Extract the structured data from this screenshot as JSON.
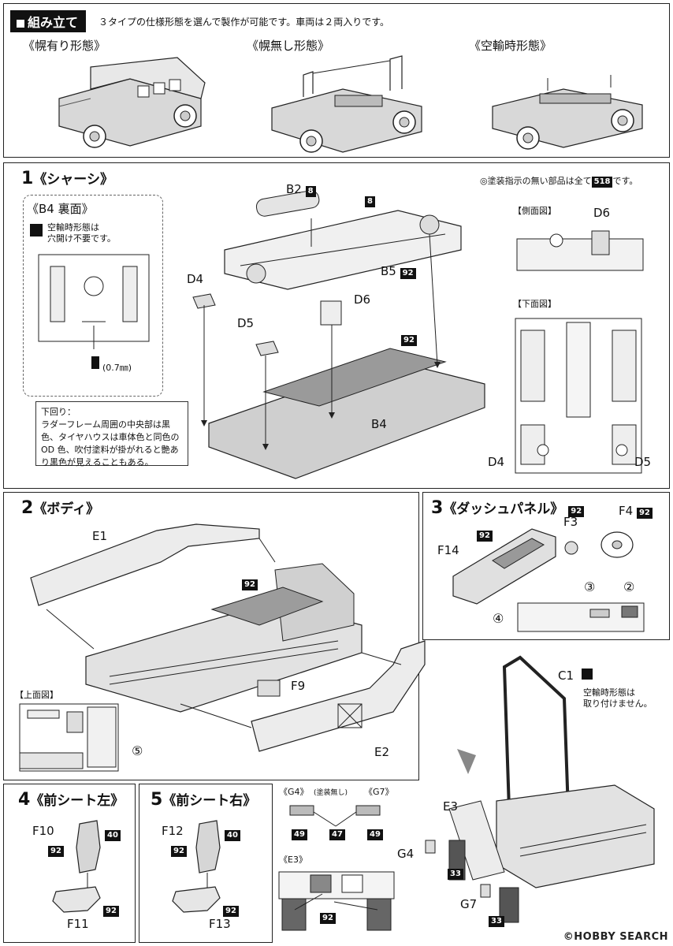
{
  "assembly": {
    "header": "組み立て",
    "intro": "３タイプの仕様形態を選んで製作が可能です。車両は２両入りです。",
    "forms": [
      "《幌有り形態》",
      "《幌無し形態》",
      "《空輸時形態》"
    ]
  },
  "step1": {
    "num": "1",
    "title": "《シャーシ》",
    "paint_note_pre": "◎塗装指示の無い部品は全て",
    "paint_note_code": "518",
    "paint_note_post": "です。",
    "b4_title": "《B4 裏面》",
    "b4_note_line1": "空輸時形態は",
    "b4_note_line2": "穴開け不要です。",
    "drill_size": "(0.7㎜)",
    "underside_title": "下回り：",
    "underside_lines": [
      "ラダーフレーム周囲の中央部は黒",
      "色、タイヤハウスは車体色と同色の",
      "OD 色、吹付塗料が掛がれると艶あ",
      "り黒色が見えることもある。"
    ],
    "side_view": "【側面図】",
    "bottom_view": "【下面図】",
    "labels": {
      "b2": "B2",
      "b2_code": "8",
      "b5": "B5",
      "b5_code": "92",
      "top_code": "8",
      "d4": "D4",
      "d5": "D5",
      "d6": "D6",
      "b4": "B4",
      "b4_code": "92",
      "d6_side": "D6",
      "d4_bottom": "D4",
      "d5_bottom": "D5"
    }
  },
  "step2": {
    "num": "2",
    "title": "《ボディ》",
    "labels": {
      "e1": "E1",
      "e2": "E2",
      "f9": "F9",
      "code": "92",
      "top_view": "【上面図】",
      "circ5": "⑤"
    }
  },
  "step3": {
    "num": "3",
    "title": "《ダッシュパネル》",
    "title_code": "92",
    "labels": {
      "f14": "F14",
      "f14_code": "92",
      "f3": "F3",
      "f4": "F4",
      "f4_code": "92",
      "c2": "②",
      "c3": "③",
      "c4": "④"
    }
  },
  "step4": {
    "num": "4",
    "title": "《前シート左》",
    "labels": {
      "f10": "F10",
      "f10_code": "40",
      "f10_sub": "92",
      "f11": "F11",
      "f11_code": "92"
    }
  },
  "step5": {
    "num": "5",
    "title": "《前シート右》",
    "labels": {
      "f12": "F12",
      "f12_code": "40",
      "f12_sub": "92",
      "f13": "F13",
      "f13_code": "92"
    }
  },
  "step6": {
    "g_title_g4": "《G4》",
    "g_note": "(塗装無し)",
    "g_title_g7": "《G7》",
    "codes": {
      "left": "49",
      "mid": "47",
      "right": "49"
    },
    "e3_title": "《E3》",
    "e3_code": "92",
    "c1": "C1",
    "c1_note_line1": "空輸時形態は",
    "c1_note_line2": "取り付けません。",
    "labels": {
      "e3": "E3",
      "g4": "G4",
      "g7": "G7",
      "code33a": "33",
      "code33b": "33"
    }
  },
  "watermark": "©HOBBY SEARCH"
}
